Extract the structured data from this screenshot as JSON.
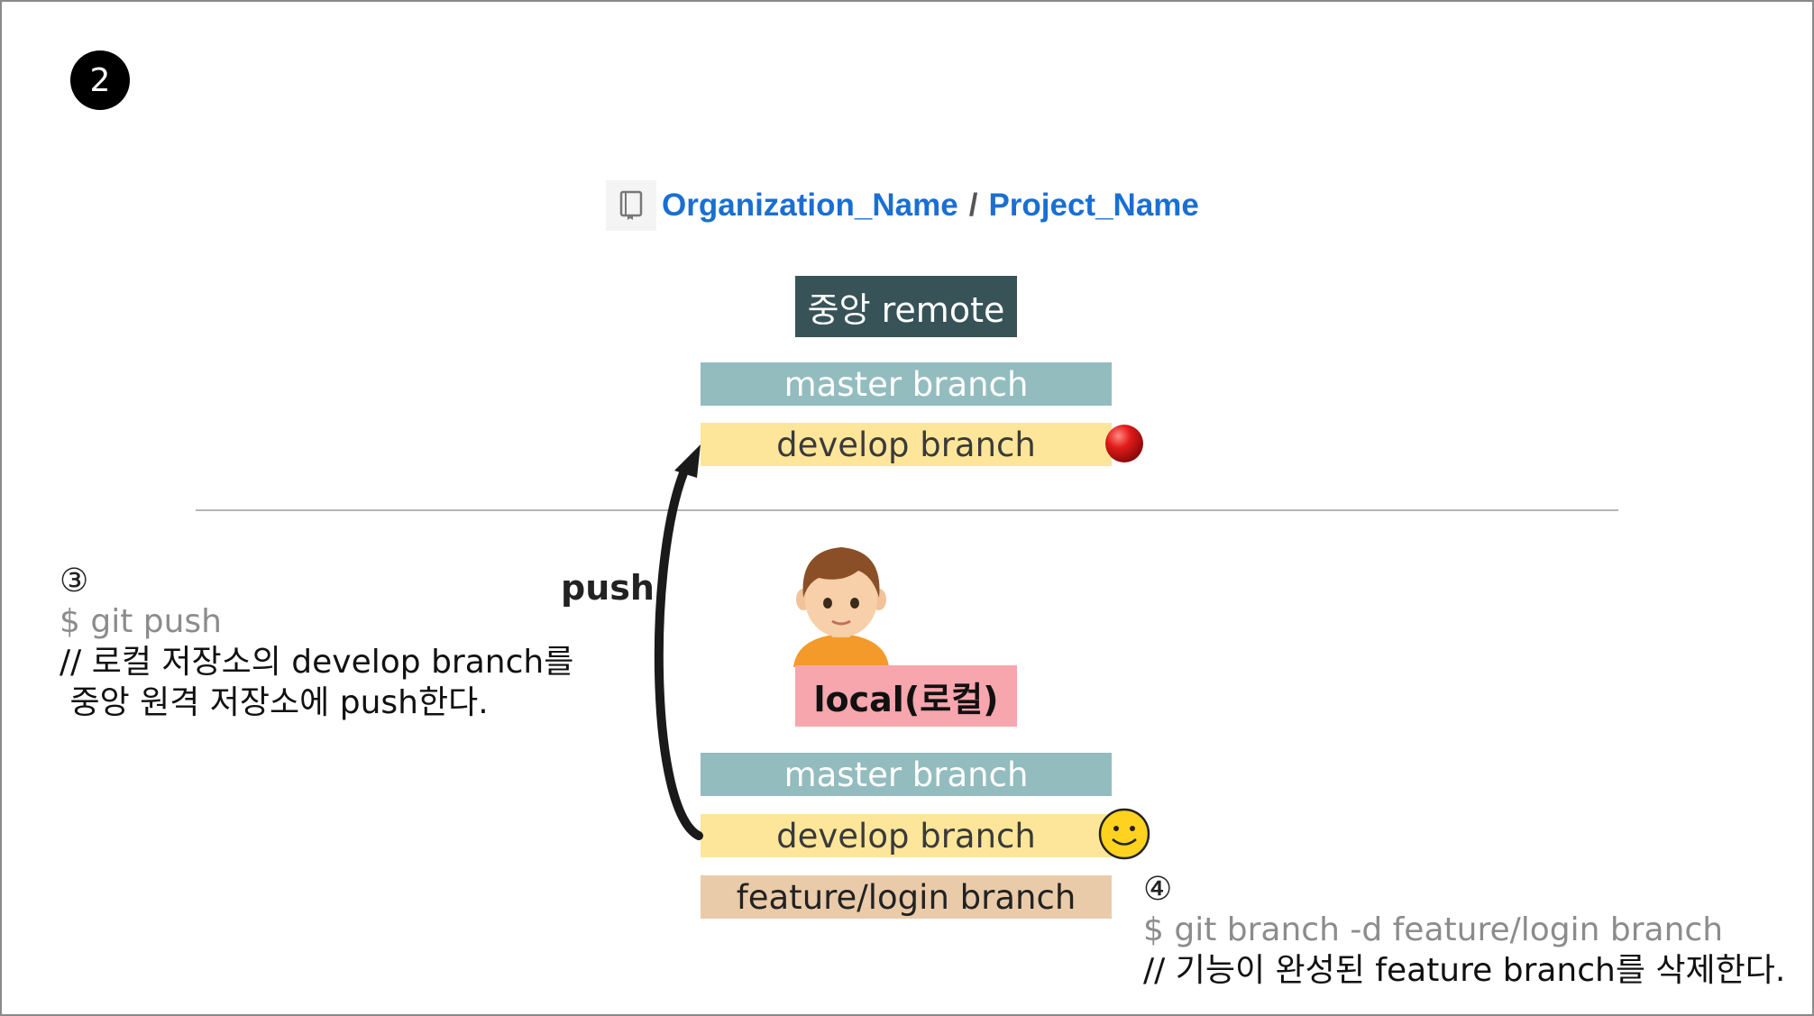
{
  "step_badge": "2",
  "repo": {
    "organization": "Organization_Name",
    "separator": "/",
    "project": "Project_Name"
  },
  "remote": {
    "label": "중앙 remote",
    "branches": {
      "master": "master branch",
      "develop": "develop branch"
    }
  },
  "local": {
    "label": "local(로컬)",
    "branches": {
      "master": "master branch",
      "develop": "develop branch",
      "feature": "feature/login branch"
    }
  },
  "push_label": "push",
  "note3": {
    "number": "③",
    "command": "$ git push",
    "comment_line1": "// 로컬 저장소의 develop branch를",
    "comment_line2": " 중앙 원격 저장소에 push한다."
  },
  "note4": {
    "number": "④",
    "command": "$ git branch -d feature/login branch",
    "comment": "// 기능이 완성된 feature branch를 삭제한다."
  },
  "colors": {
    "remote_label_bg": "#375358",
    "local_label_bg": "#f7a6ad",
    "master_bar": "#93bcbf",
    "develop_bar": "#fde69a",
    "feature_bar": "#e9cba9",
    "repo_link": "#1a6fd1"
  },
  "icons": [
    "repo-book-icon",
    "red-dot-icon",
    "smiley-icon",
    "developer-avatar-icon",
    "push-arrow-icon"
  ]
}
